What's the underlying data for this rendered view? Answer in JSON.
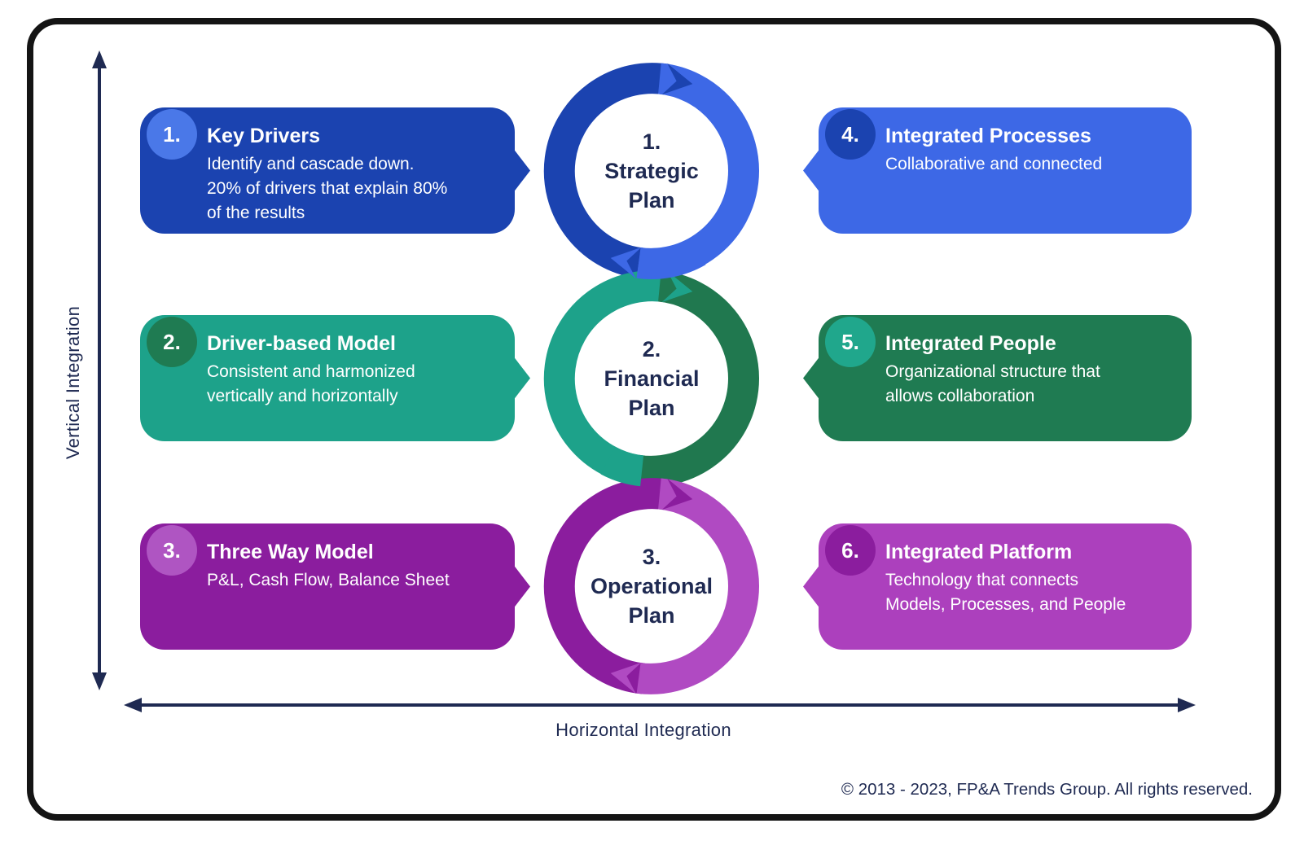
{
  "colors": {
    "navy": "#1F2A52",
    "frame": "#141414",
    "blue_dark": "#1B43B0",
    "blue_light": "#3D68E6",
    "badge_blue_light": "#4A78E8",
    "teal": "#1DA28A",
    "green_dark": "#1F7B52",
    "purple_dark": "#8B1D9E",
    "purple_light": "#AC40BD",
    "badge_purple_light": "#AF55C2"
  },
  "axes": {
    "vertical_label": "Vertical Integration",
    "horizontal_label": "Horizontal Integration"
  },
  "footer": {
    "copyright": "© 2013 - 2023, FP&A Trends Group. All rights reserved."
  },
  "circles": [
    {
      "number": "1.",
      "name": "Strategic Plan",
      "label_lines": [
        "1.",
        "Strategic",
        "Plan"
      ]
    },
    {
      "number": "2.",
      "name": "Financial Plan",
      "label_lines": [
        "2.",
        "Financial",
        "Plan"
      ]
    },
    {
      "number": "3.",
      "name": "Operational Plan",
      "label_lines": [
        "3.",
        "Operational",
        "Plan"
      ]
    }
  ],
  "rings": [
    {
      "name": "strategic-ring",
      "left_color": "#1B43B0",
      "right_color": "#3D68E6"
    },
    {
      "name": "financial-ring",
      "left_color": "#1DA28A",
      "right_color": "#20784F"
    },
    {
      "name": "operational-ring",
      "left_color": "#8B1D9E",
      "right_color": "#B04AC2"
    }
  ],
  "bubbles": [
    {
      "number": "1.",
      "title": "Key Drivers",
      "body_lines": [
        "Identify and cascade down.",
        "20% of drivers that explain 80%",
        "of the results"
      ],
      "bg": "#1B43B0",
      "badge_bg": "#4A78E8",
      "side": "left"
    },
    {
      "number": "2.",
      "title": "Driver-based Model",
      "body_lines": [
        "Consistent and harmonized",
        "vertically and horizontally"
      ],
      "bg": "#1DA28A",
      "badge_bg": "#1F7B52",
      "side": "left"
    },
    {
      "number": "3.",
      "title": "Three Way Model",
      "body_lines": [
        "P&L, Cash Flow, Balance Sheet"
      ],
      "bg": "#8B1D9E",
      "badge_bg": "#AF55C2",
      "side": "left"
    },
    {
      "number": "4.",
      "title": "Integrated Processes",
      "body_lines": [
        "Collaborative and connected"
      ],
      "bg": "#3D68E6",
      "badge_bg": "#1B43B0",
      "side": "right"
    },
    {
      "number": "5.",
      "title": "Integrated People",
      "body_lines": [
        "Organizational structure that",
        "allows collaboration"
      ],
      "bg": "#1F7B52",
      "badge_bg": "#20A78C",
      "side": "right"
    },
    {
      "number": "6.",
      "title": "Integrated Platform",
      "body_lines": [
        "Technology that connects",
        "Models, Processes, and People"
      ],
      "bg": "#AC40BD",
      "badge_bg": "#8B1D9E",
      "side": "right"
    }
  ]
}
